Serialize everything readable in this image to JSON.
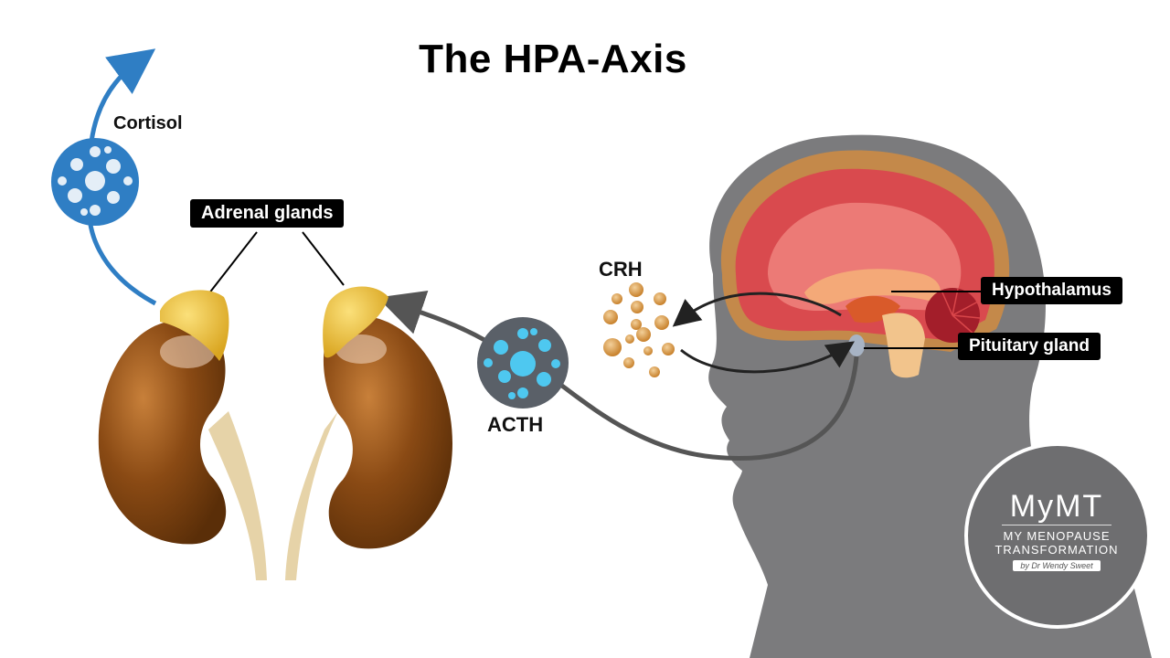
{
  "title": "The HPA-Axis",
  "labels": {
    "cortisol": "Cortisol",
    "adrenal_glands": "Adrenal glands",
    "crh": "CRH",
    "acth": "ACTH",
    "hypothalamus": "Hypothalamus",
    "pituitary_gland": "Pituitary gland"
  },
  "logo": {
    "brand": "MyMT",
    "line1": "MY MENOPAUSE",
    "line2": "TRANSFORMATION",
    "byline": "by Dr Wendy Sweet"
  },
  "colors": {
    "cortisol_blue": "#2f7ec4",
    "acth_cyan": "#4ec8f0",
    "crh_orange": "#d9902e",
    "head_gray": "#7a7a7c",
    "kidney_brown": "#8a4a14",
    "adrenal_yellow": "#f2c43a",
    "brain_red": "#d9464a",
    "arrow_gray": "#555555"
  }
}
